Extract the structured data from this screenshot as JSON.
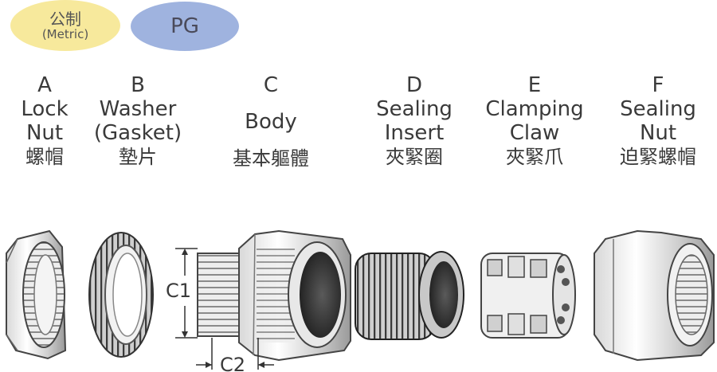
{
  "toggle": {
    "metric_zh": "公制",
    "metric_en": "(Metric)",
    "pg": "PG",
    "metric_color": "#f7e99c",
    "pg_color": "#9fb3df"
  },
  "parts": [
    {
      "letter": "A",
      "en1": "Lock",
      "en2": "Nut",
      "zh": "螺帽"
    },
    {
      "letter": "B",
      "en1": "Washer",
      "en2": "(Gasket)",
      "zh": "墊片"
    },
    {
      "letter": "C",
      "en1": "Body",
      "en2": "",
      "zh": "基本軀體"
    },
    {
      "letter": "D",
      "en1": "Sealing",
      "en2": "Insert",
      "zh": "夾緊圈"
    },
    {
      "letter": "E",
      "en1": "Clamping",
      "en2": "Claw",
      "zh": "夾緊爪"
    },
    {
      "letter": "F",
      "en1": "Sealing",
      "en2": "Nut",
      "zh": "迫緊螺帽"
    }
  ],
  "dimensions": {
    "c1": "C1",
    "c2": "C2"
  }
}
